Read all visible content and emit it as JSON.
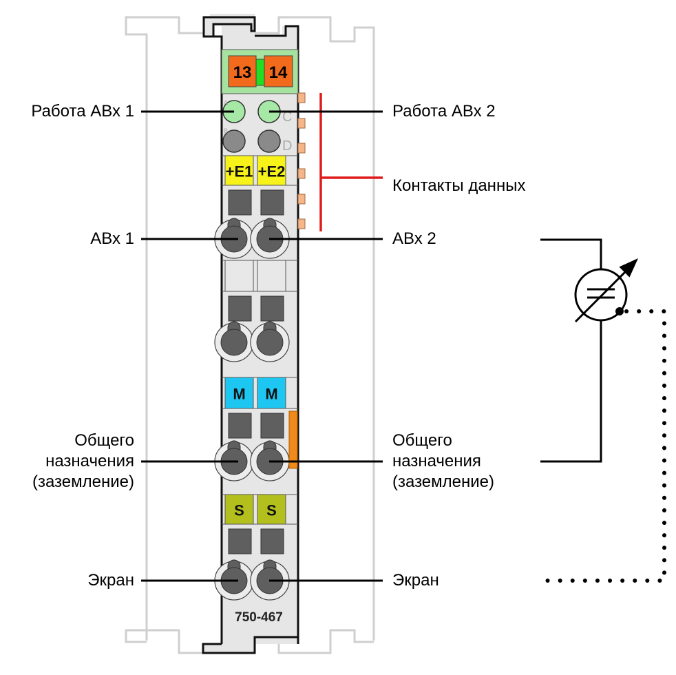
{
  "module": {
    "model": "750-467",
    "top_terminals": [
      "13",
      "14"
    ],
    "led_letters": [
      "A",
      "B",
      "C",
      "D"
    ],
    "power_labels": [
      "+E1",
      "+E2"
    ],
    "ground_labels": [
      "M",
      "M"
    ],
    "shield_labels": [
      "S",
      "S"
    ]
  },
  "labels": {
    "left": {
      "status1": "Работа АВх 1",
      "input1": "АВх 1",
      "ground": [
        "Общего",
        "назначения",
        "(заземление)"
      ],
      "shield": "Экран"
    },
    "right": {
      "status2": "Работа АВх 2",
      "data_contacts": "Контакты данных",
      "input2": "АВх 2",
      "ground": [
        "Общего",
        "назначения",
        "(заземление)"
      ],
      "shield": "Экран"
    }
  },
  "colors": {
    "led_on": "#a6e8a6",
    "led_off": "#8a8a8a",
    "terminal_orange": "#f26a1b",
    "power_yellow": "#f7f21a",
    "ground_blue": "#1ec6f2",
    "shield_olive": "#b3bf1c",
    "data_contact": "#f5b68a",
    "data_bracket": "#e01b1b"
  }
}
